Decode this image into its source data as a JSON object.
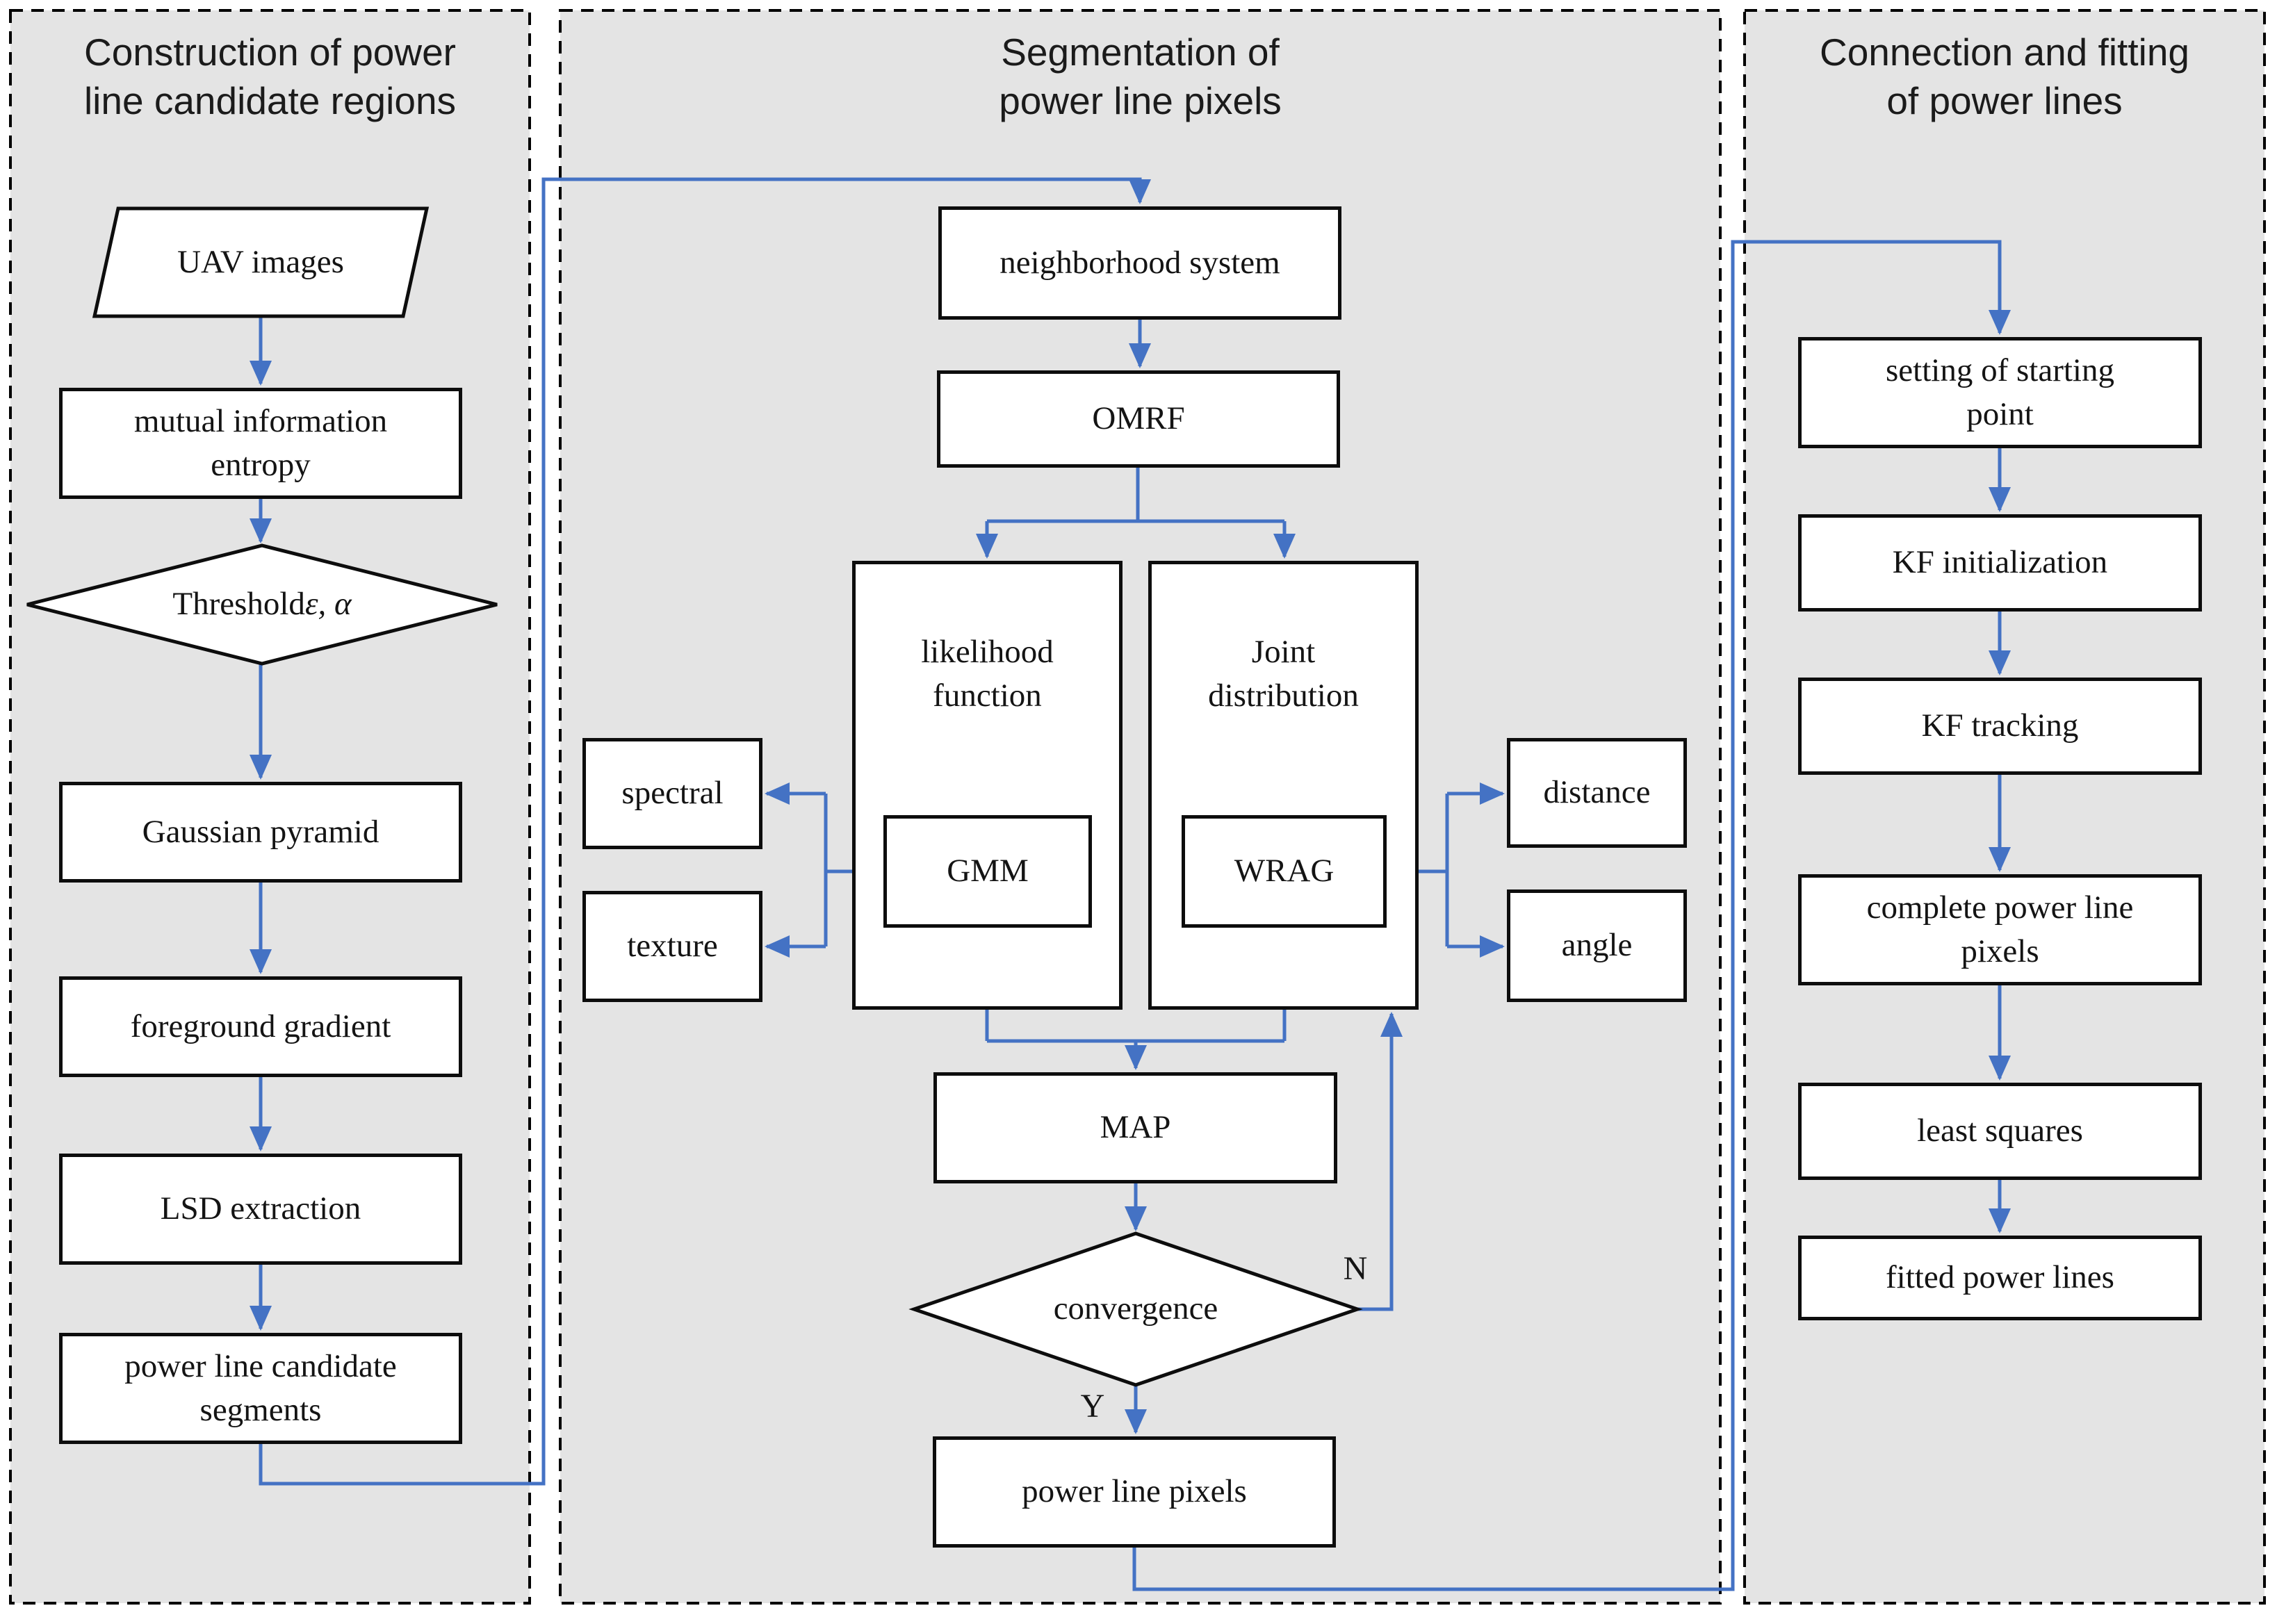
{
  "colors": {
    "accent": "#4472c4",
    "panel_bg": "#e4e4e4",
    "line": "#0d0d0d",
    "text": "#141414"
  },
  "left": {
    "title": "Construction of power\nline candidate regions",
    "uav": "UAV images",
    "entropy": "mutual information\nentropy",
    "threshold_text": "Threshold ",
    "threshold_symbols": "ε, α",
    "gaussian": "Gaussian pyramid",
    "foreground": "foreground gradient",
    "lsd": "LSD extraction",
    "segments": "power line candidate\nsegments"
  },
  "middle": {
    "title": "Segmentation of\npower line pixels",
    "neighborhood": "neighborhood system",
    "omrf": "OMRF",
    "likelihood": "likelihood\nfunction",
    "joint": "Joint\ndistribution",
    "gmm": "GMM",
    "wrag": "WRAG",
    "spectral": "spectral",
    "texture": "texture",
    "distance": "distance",
    "angle": "angle",
    "map": "MAP",
    "convergence": "convergence",
    "pixels": "power line pixels",
    "no_label": "N",
    "yes_label": "Y"
  },
  "right": {
    "title": "Connection and fitting\nof power lines",
    "setting": "setting of starting\npoint",
    "kf_init": "KF initialization",
    "kf_track": "KF tracking",
    "complete": "complete power line\npixels",
    "least": "least squares",
    "fitted": "fitted power lines"
  }
}
